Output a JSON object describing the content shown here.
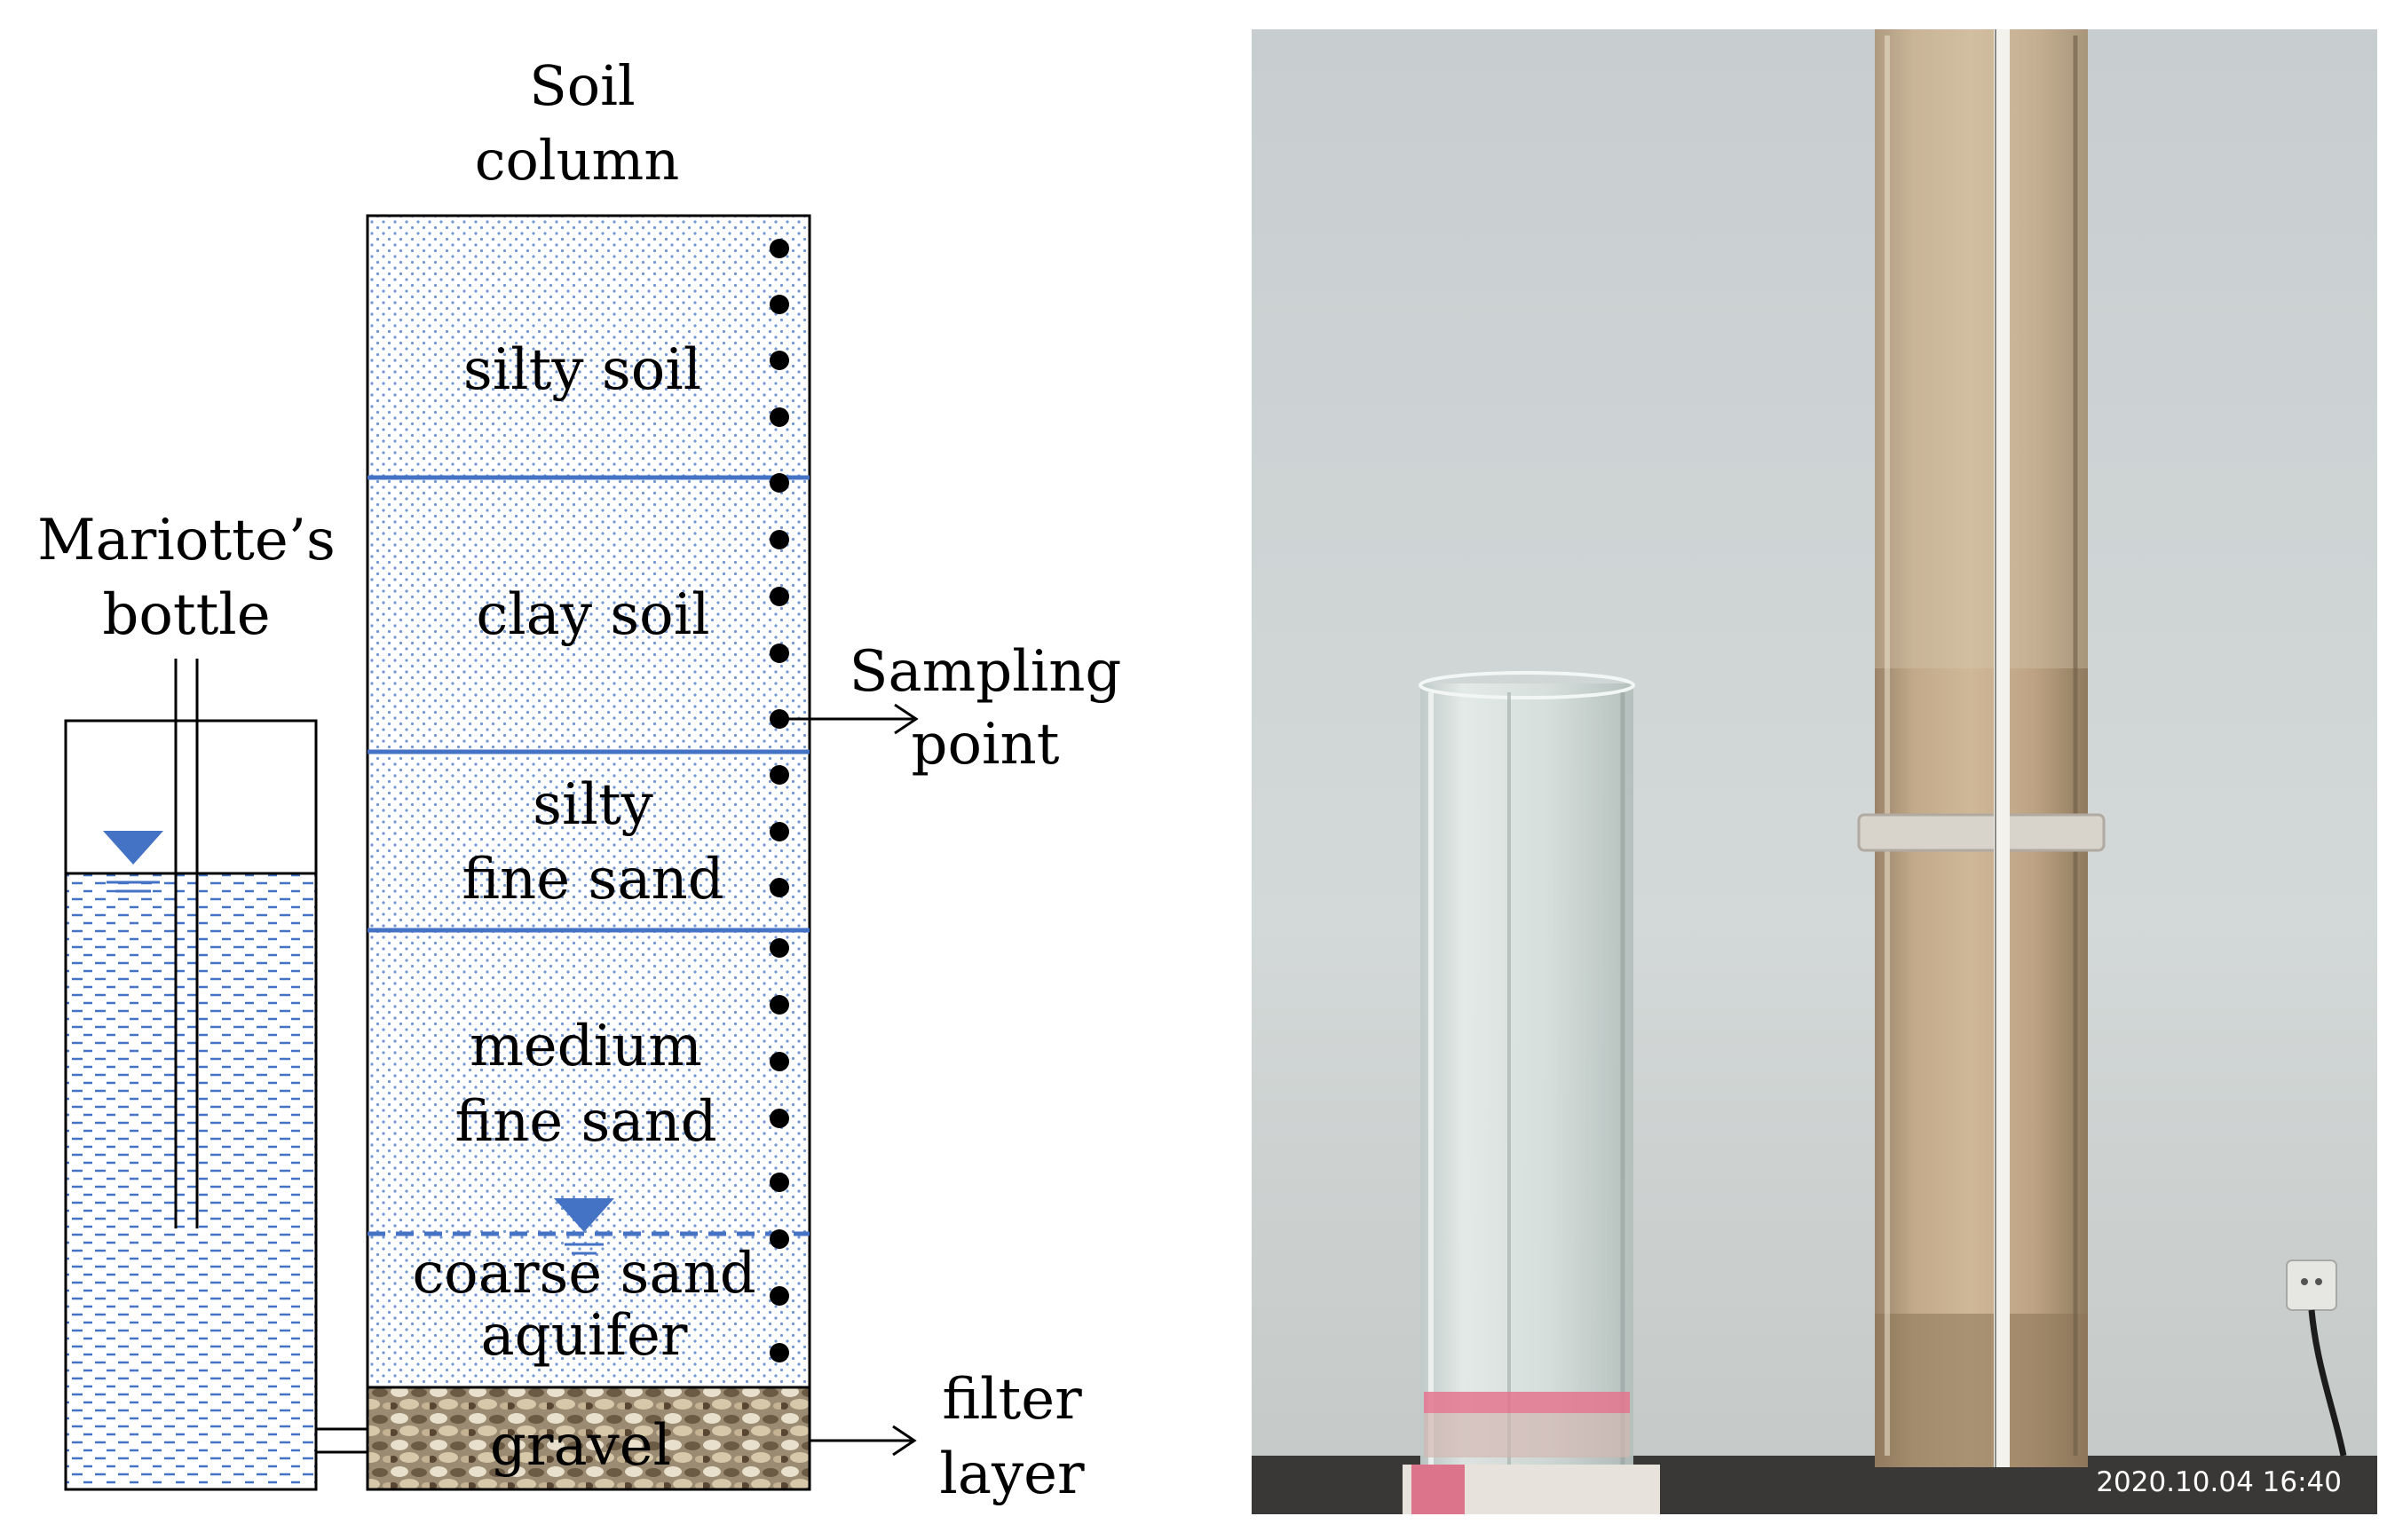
{
  "diagram": {
    "column_title_line1": "Soil",
    "column_title_line2": "column",
    "bottle_label_line1": "Mariotte’s",
    "bottle_label_line2": "bottle",
    "layers": {
      "silty_soil": "silty soil",
      "clay_soil": "clay soil",
      "silty_fine_sand_1": "silty",
      "silty_fine_sand_2": "fine sand",
      "medium_fine_sand_1": "medium",
      "medium_fine_sand_2": "fine sand",
      "coarse_sand_1": "coarse sand",
      "coarse_sand_2": "aquifer",
      "gravel": "gravel"
    },
    "sampling_label_line1": "Sampling",
    "sampling_label_line2": "point",
    "filter_label_line1": "filter",
    "filter_label_line2": "layer",
    "colors": {
      "water": "#4472c4",
      "boundary": "#4472c4",
      "dots": "#000000"
    }
  },
  "photo": {
    "timestamp": "2020.10.04 16:40"
  }
}
